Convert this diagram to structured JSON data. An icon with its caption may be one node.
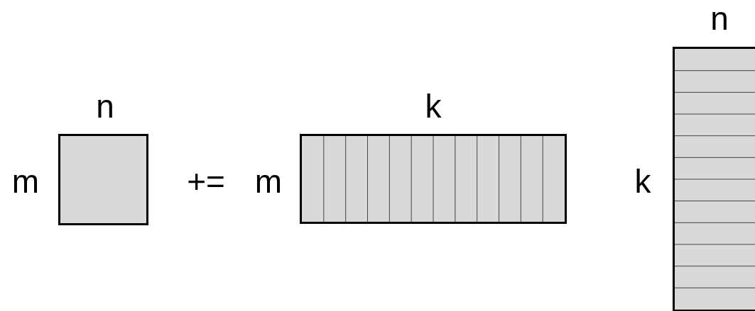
{
  "diagram": {
    "nodes": [
      {
        "text": [],
        "shape": "box",
        "beside": [
          "n",
          "m"
        ]
      },
      {
        "text": [],
        "shape": "box",
        "beside": [
          "k",
          "m"
        ]
      },
      {
        "text": [],
        "shape": "box",
        "beside": [
          "n",
          "k"
        ]
      }
    ],
    "labels": [
      "+="
    ]
  }
}
